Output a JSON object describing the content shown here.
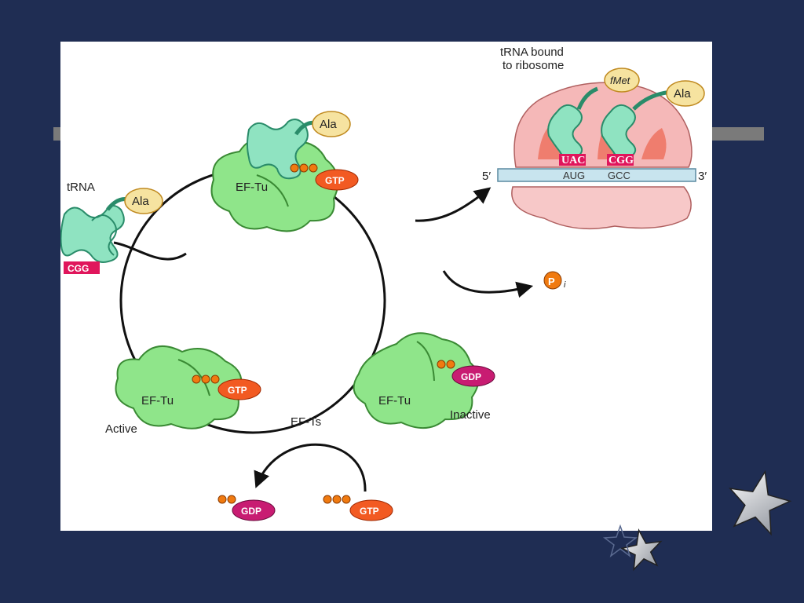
{
  "labels": {
    "trna": "tRNA",
    "trna_bound": "tRNA bound",
    "to_ribosome": "to ribosome",
    "ala": "Ala",
    "fmet": "fMet",
    "ef_tu": "EF-Tu",
    "ef_ts": "EF-Ts",
    "gtp": "GTP",
    "gdp": "GDP",
    "active": "Active",
    "inactive": "Inactive",
    "pi": "P",
    "pi_sub": "i",
    "five_prime": "5′",
    "three_prime": "3′",
    "aug": "AUG",
    "gcc": "GCC",
    "uac": "UAC",
    "cgg": "CGG"
  },
  "colors": {
    "background": "#1f2d53",
    "protein": "#8fe58a",
    "trna": "#8fe3c1",
    "aminoacid": "#f6e3a0",
    "gtp": "#f25a22",
    "gdp": "#c81c72",
    "phosphate": "#f07a10",
    "anticodon": "#e0165c",
    "ribosome": "#f5b8b8",
    "mrna": "#c8e4ee"
  }
}
